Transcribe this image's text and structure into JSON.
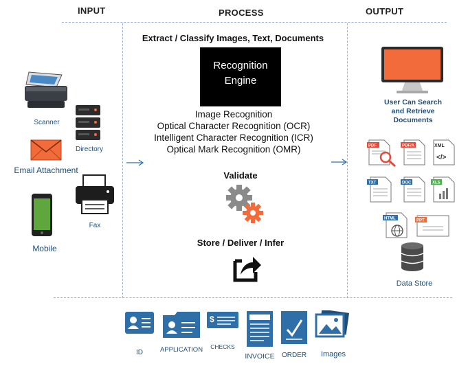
{
  "headers": {
    "input": "INPUT",
    "process": "PROCESS",
    "output": "OUTPUT"
  },
  "inputs": {
    "scanner": "Scanner",
    "directory": "Directory",
    "email": "Email Attachment",
    "fax": "Fax",
    "mobile": "Mobile"
  },
  "process": {
    "extract_title": "Extract / Classify Images, Text, Documents",
    "engine_line1": "Recognition",
    "engine_line2": "Engine",
    "recognitions": [
      "Image Recognition",
      "Optical Character Recognition (OCR)",
      "Intelligent Character Recognition (ICR)",
      "Optical Mark Recognition (OMR)"
    ],
    "validate": "Validate",
    "store": "Store / Deliver / Infer"
  },
  "output": {
    "search_line1": "User Can Search",
    "search_line2": "and Retrieve",
    "search_line3": "Documents",
    "formats": [
      "PDF",
      "PDF/A",
      "XML",
      "TXT",
      "DOC",
      "XLS",
      "HTML",
      "PPT"
    ],
    "data_store": "Data Store"
  },
  "documents": [
    "ID",
    "APPLICATION",
    "CHECKS",
    "INVOICE",
    "ORDER",
    "Images"
  ],
  "colors": {
    "accent_orange": "#f26b3a",
    "dark_blue": "#1f4e79",
    "doc_blue": "#2e6fa7",
    "dashed_line": "#9db4d8",
    "gear_gray": "#8a8a8a"
  }
}
